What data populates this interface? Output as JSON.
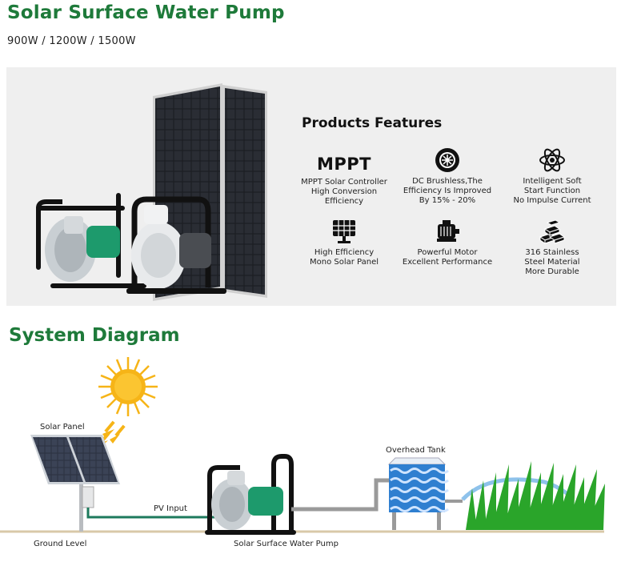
{
  "header": {
    "title": "Solar Surface Water Pump",
    "subtitle": "900W / 1200W / 1500W"
  },
  "features": {
    "heading": "Products Features",
    "items": [
      {
        "icon": "mppt-logo",
        "logo_text": "MPPT",
        "lines": [
          "MPPT Solar Controller",
          "High Conversion",
          "Efficiency"
        ]
      },
      {
        "icon": "brushless-motor-icon",
        "lines": [
          "DC Brushless,The",
          "Efficiency Is Improved",
          "By 15% - 20%"
        ]
      },
      {
        "icon": "atom-icon",
        "lines": [
          "Intelligent Soft",
          "Start Function",
          "No Impulse Current"
        ]
      },
      {
        "icon": "solar-panel-icon",
        "lines": [
          "High Efficiency",
          "Mono Solar Panel"
        ]
      },
      {
        "icon": "motor-icon",
        "lines": [
          "Powerful Motor",
          "Excellent Performance"
        ]
      },
      {
        "icon": "steel-bars-icon",
        "lines": [
          "316 Stainless",
          "Steel Material",
          "More Durable"
        ]
      }
    ]
  },
  "system": {
    "title": "System Diagram",
    "labels": {
      "solar_panel": "Solar Panel",
      "overhead_tank": "Overhead Tank",
      "pv_input": "PV Input",
      "ground_level": "Ground Level",
      "pump": "Solar Surface Water Pump"
    }
  },
  "colors": {
    "brand_green": "#1e7a3a",
    "pump_green": "#1d9a6c",
    "banner_bg": "#efefef",
    "water_blue": "#2f7fd0",
    "sun_yellow": "#f6b417"
  }
}
